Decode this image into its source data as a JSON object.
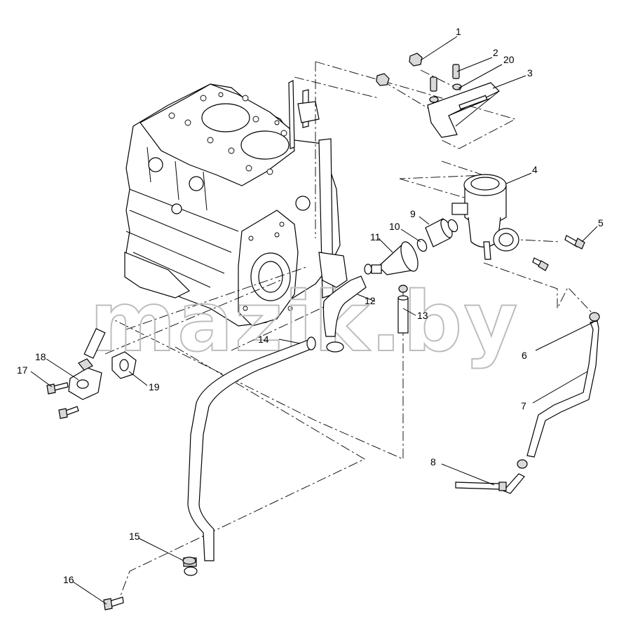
{
  "watermark": "mazik.by",
  "callouts": [
    "1",
    "2",
    "20",
    "3",
    "4",
    "5",
    "9",
    "10",
    "11",
    "12",
    "13",
    "14",
    "6",
    "7",
    "8",
    "18",
    "17",
    "19",
    "15",
    "16"
  ]
}
